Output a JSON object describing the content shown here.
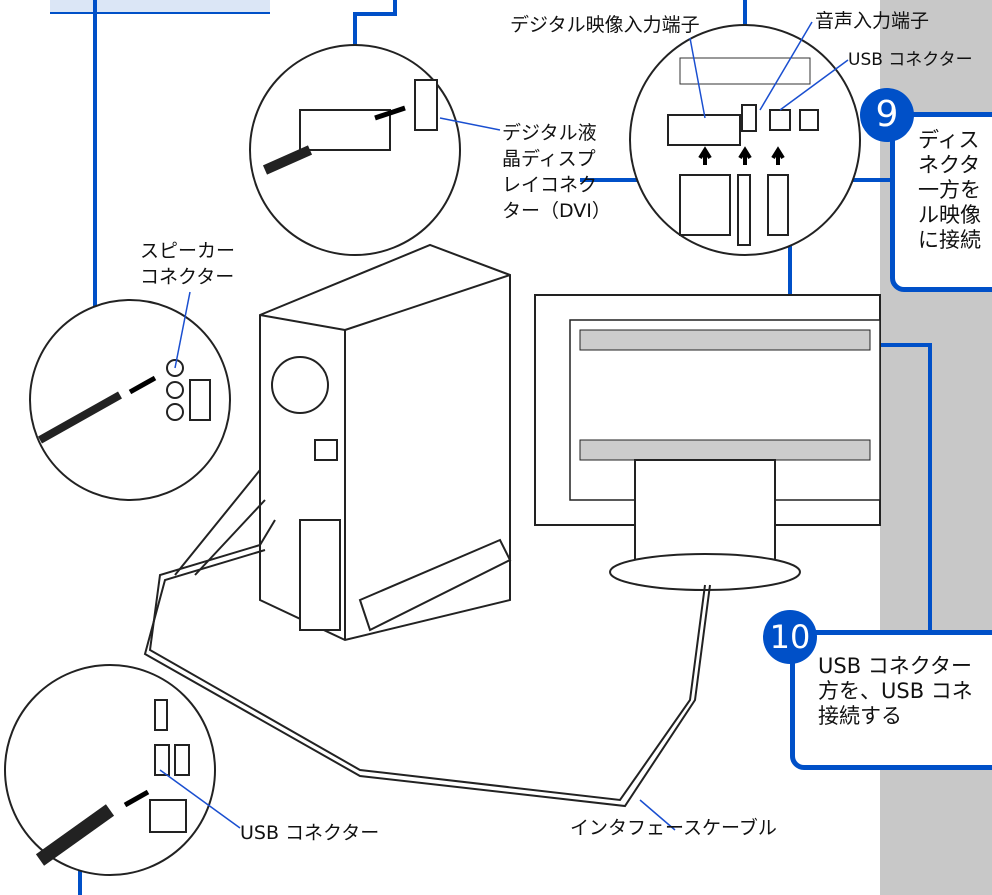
{
  "labels": {
    "digital_video_input": "デジタル映像入力端子",
    "audio_input": "音声入力端子",
    "usb_connector_top": "USB コネクター",
    "digital_lcd_connector": [
      "デジタル液",
      "晶ディスプ",
      "レイコネク",
      "ター（DVI）"
    ],
    "speaker_connector": [
      "スピーカー",
      "コネクター"
    ],
    "usb_connector_bottom": "USB コネクター",
    "interface_cable": "インタフェースケーブル"
  },
  "steps": [
    {
      "number": "9",
      "lines": [
        "ディス",
        "ネクタ",
        "一方を",
        "ル映像",
        "に接続"
      ]
    },
    {
      "number": "10",
      "lines": [
        "USB コネクター",
        "方を、USB コネ",
        "接続する"
      ]
    }
  ],
  "colors": {
    "accent": "#0050c8",
    "sidebar": "#c8c8c8"
  }
}
